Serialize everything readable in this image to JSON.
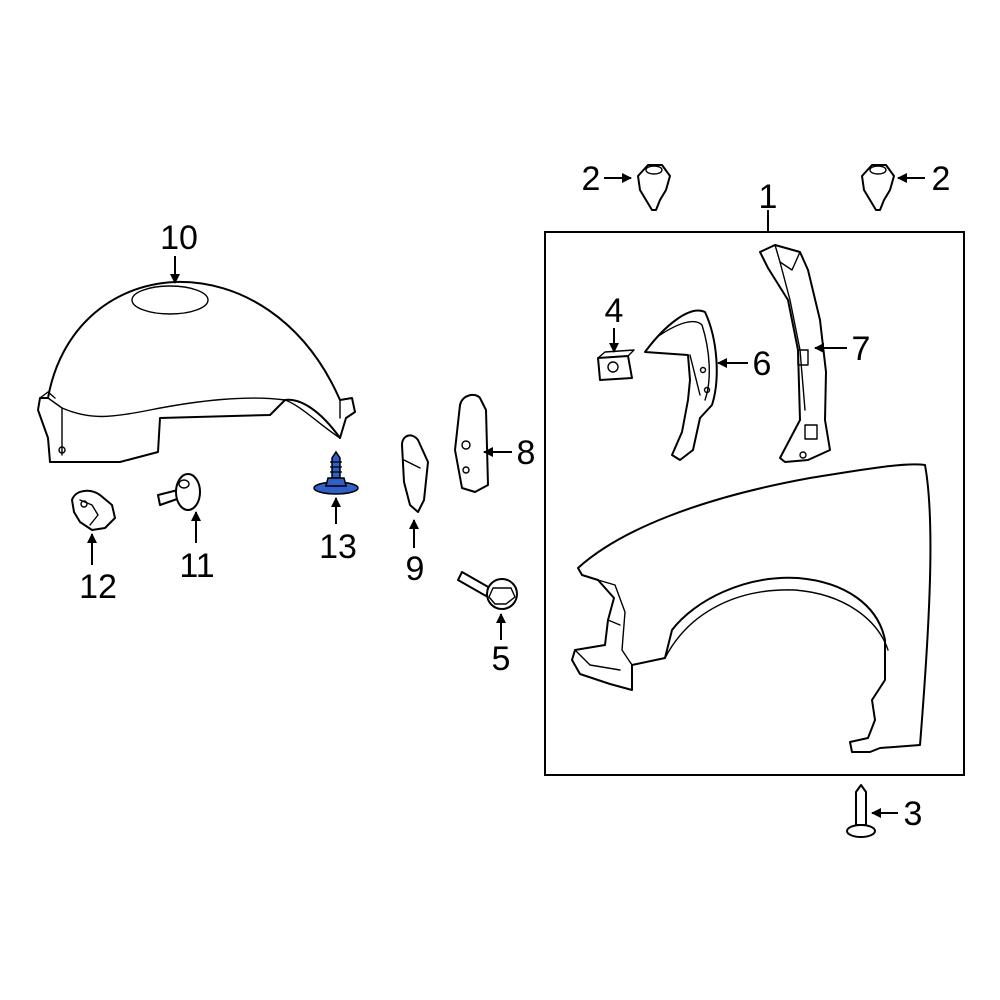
{
  "diagram": {
    "highlight_color": "#2f5fc7",
    "callouts": {
      "c1": "1",
      "c2a": "2",
      "c2b": "2",
      "c3": "3",
      "c4": "4",
      "c5": "5",
      "c6": "6",
      "c7": "7",
      "c8": "8",
      "c9": "9",
      "c10": "10",
      "c11": "11",
      "c12": "12",
      "c13": "13"
    }
  }
}
